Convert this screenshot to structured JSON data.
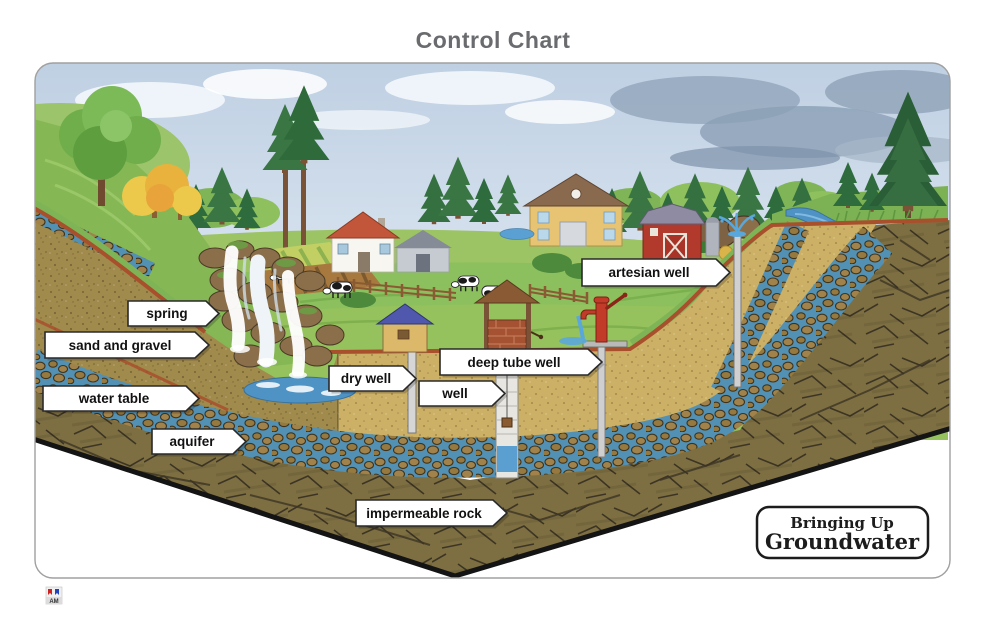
{
  "title": "Control Chart",
  "brand": {
    "line1": "Bringing Up",
    "line2": "Groundwater"
  },
  "labels": [
    {
      "id": "spring",
      "text": "spring"
    },
    {
      "id": "sand-and-gravel",
      "text": "sand and gravel"
    },
    {
      "id": "water-table",
      "text": "water table"
    },
    {
      "id": "aquifer",
      "text": "aquifer"
    },
    {
      "id": "dry-well",
      "text": "dry well"
    },
    {
      "id": "well",
      "text": "well"
    },
    {
      "id": "deep-tube-well",
      "text": "deep tube well"
    },
    {
      "id": "artesian-well",
      "text": "artesian well"
    },
    {
      "id": "impermeable-rock",
      "text": "impermeable rock"
    }
  ],
  "watermark": {
    "text": "AM"
  },
  "palette": {
    "title_text": "#6a6b6e",
    "label_bg": "#ffffff",
    "label_border": "#2a2a2a",
    "label_text": "#111111",
    "sky": "#c7d6e7",
    "storm_cloud": "#92a5ba",
    "grass": "#8cc05e",
    "pine_green": "#2f6b3a",
    "soil_olive": "#a08a4c",
    "sand_light": "#ccb066",
    "aquifer_blue": "#5391b4",
    "pebble_brown": "#a0824a",
    "impermeable_rock": "#7d6f42",
    "topsoil_line": "#a84f2c",
    "barn_red": "#b23a2c",
    "pump_red": "#c23b28",
    "water_blue": "#5aa0d2",
    "brand_text": "#1c1c1c"
  }
}
